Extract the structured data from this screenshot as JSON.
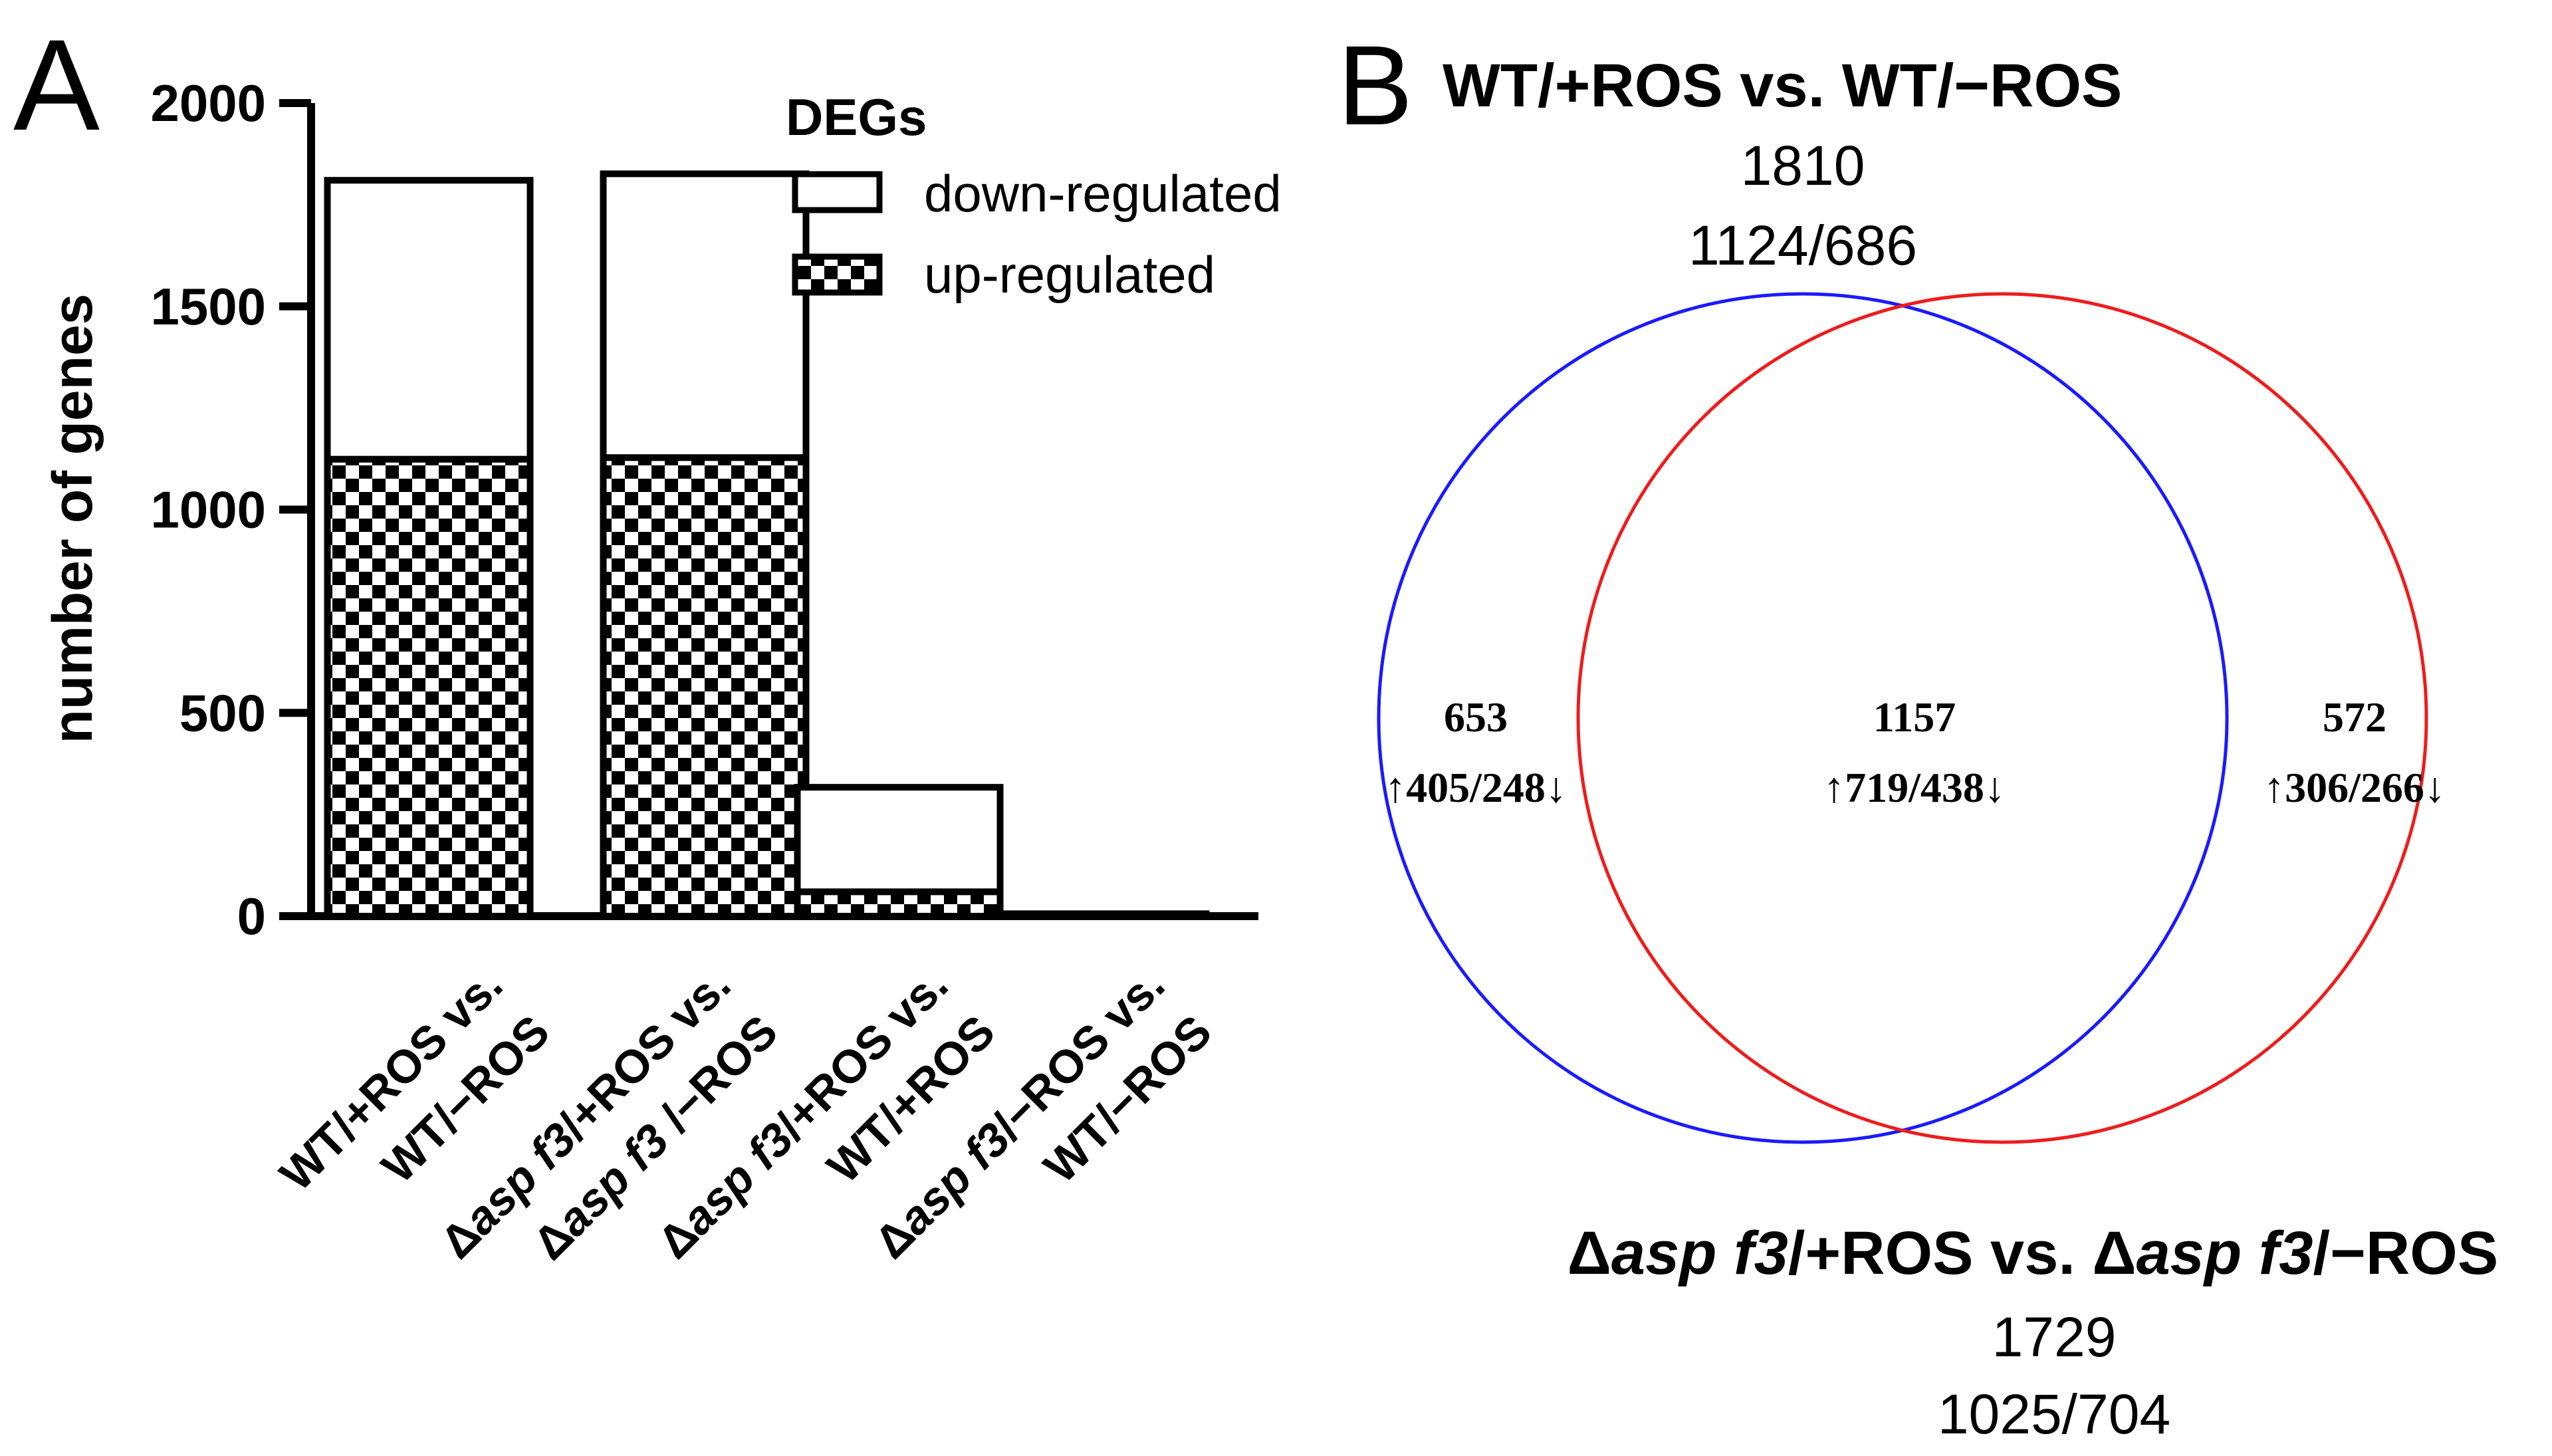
{
  "panel_a": {
    "letter": "A",
    "chart_data": {
      "type": "bar",
      "stacked": true,
      "categories": [
        [
          "WT/+ROS vs.",
          "WT/−ROS"
        ],
        [
          "Δasp f3/+ROS vs.",
          "Δasp f3 /−ROS"
        ],
        [
          "Δasp f3/+ROS vs.",
          "WT/+ROS"
        ],
        [
          "Δasp f3/−ROS vs.",
          "WT/−ROS"
        ]
      ],
      "series": [
        {
          "name": "up-regulated",
          "pattern": "checkered",
          "values": [
            1124,
            1128,
            60,
            3
          ]
        },
        {
          "name": "down-regulated",
          "pattern": "open",
          "values": [
            686,
            698,
            257,
            3
          ]
        }
      ],
      "ylabel": "number of genes",
      "ylim": [
        0,
        2000
      ],
      "yticks": [
        0,
        500,
        1000,
        1500,
        2000
      ],
      "grid": false,
      "legend": {
        "title": "DEGs",
        "placement": "top-right",
        "entries": [
          "down-regulated",
          "up-regulated"
        ]
      }
    }
  },
  "panel_b": {
    "letter": "B",
    "chart_data": {
      "type": "venn",
      "sets": [
        {
          "name": "WT/+ROS vs. WT/−ROS",
          "total": "1810",
          "split": "1124/686",
          "color": "#1a1aff"
        },
        {
          "name": "Δasp f3/+ROS vs. Δasp f3/−ROS",
          "total": "1729",
          "split": "1025/704",
          "color": "#ee1c1c"
        }
      ],
      "regions": [
        {
          "region": "left_only",
          "count": "653",
          "up": "405",
          "down": "248"
        },
        {
          "region": "overlap",
          "count": "1157",
          "up": "719",
          "down": "438"
        },
        {
          "region": "right_only",
          "count": "572",
          "up": "306",
          "down": "266"
        }
      ]
    }
  }
}
